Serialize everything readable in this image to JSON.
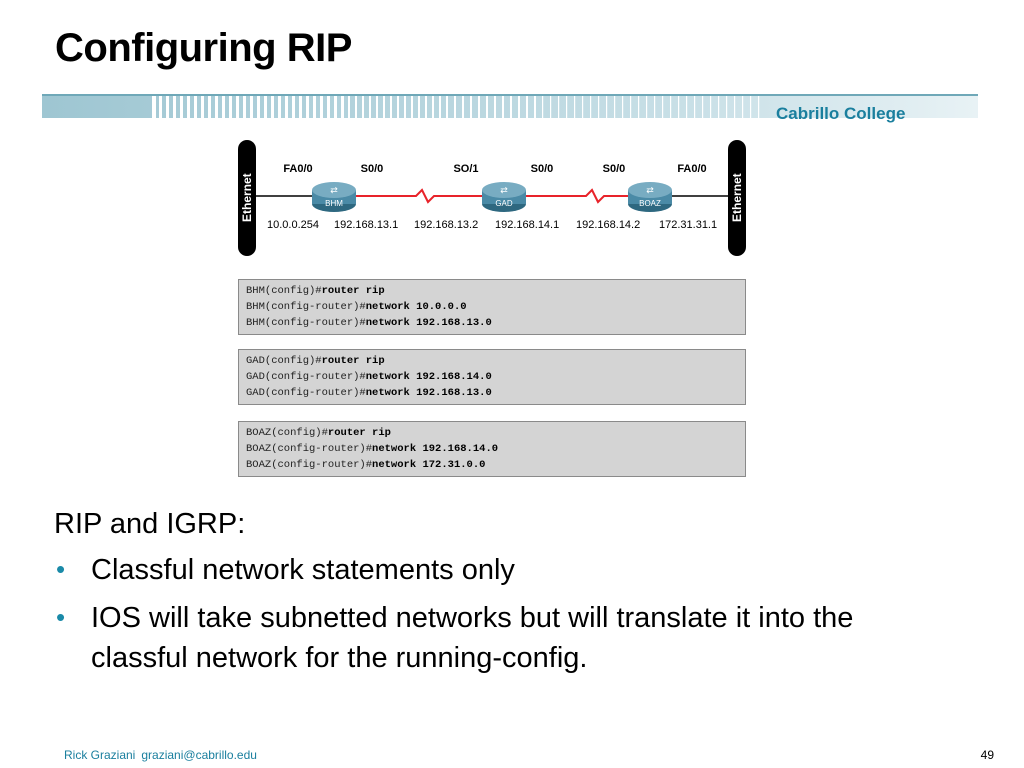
{
  "slide": {
    "title": "Configuring RIP",
    "brand": "Cabrillo College",
    "page_number": "49",
    "footer": {
      "author": "Rick Graziani",
      "email": "graziani@cabrillo.edu"
    }
  },
  "diagram": {
    "ethernet_left": "Ethernet",
    "ethernet_right": "Ethernet",
    "interfaces": [
      "FA0/0",
      "S0/0",
      "SO/1",
      "S0/0",
      "S0/0",
      "FA0/0"
    ],
    "addresses": [
      "10.0.0.254",
      "192.168.13.1",
      "192.168.13.2",
      "192.168.14.1",
      "192.168.14.2",
      "172.31.31.1"
    ],
    "routers": [
      "BHM",
      "GAD",
      "BOAZ"
    ]
  },
  "configs": [
    {
      "router": "BHM",
      "lines": [
        {
          "prompt": "BHM(config)#",
          "command": "router rip"
        },
        {
          "prompt": "BHM(config-router)#",
          "command": "network 10.0.0.0"
        },
        {
          "prompt": "BHM(config-router)#",
          "command": "network 192.168.13.0"
        }
      ]
    },
    {
      "router": "GAD",
      "lines": [
        {
          "prompt": "GAD(config)#",
          "command": "router rip"
        },
        {
          "prompt": "GAD(config-router)#",
          "command": "network 192.168.14.0"
        },
        {
          "prompt": "GAD(config-router)#",
          "command": "network 192.168.13.0"
        }
      ]
    },
    {
      "router": "BOAZ",
      "lines": [
        {
          "prompt": "BOAZ(config)#",
          "command": "router rip"
        },
        {
          "prompt": "BOAZ(config-router)#",
          "command": "network 192.168.14.0"
        },
        {
          "prompt": "BOAZ(config-router)#",
          "command": "network 172.31.0.0"
        }
      ]
    }
  ],
  "body": {
    "intro": "RIP and IGRP:",
    "bullets": [
      "Classful network statements only",
      "IOS will take subnetted networks but will translate it into the classful network for the running-config."
    ]
  },
  "colors": {
    "accent": "#1a7f9e",
    "serial_link": "#e8232a",
    "router": "#4a8aa6",
    "config_bg": "#d4d4d4"
  }
}
